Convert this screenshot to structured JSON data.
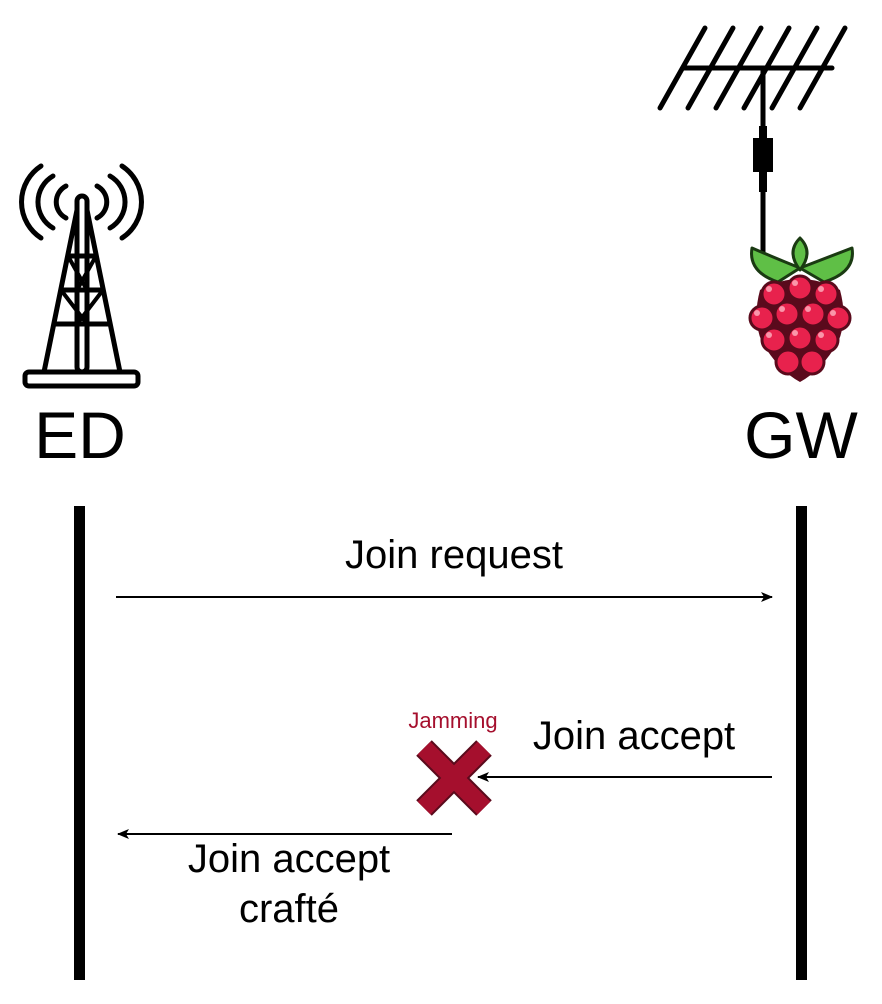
{
  "nodes": {
    "end_device": {
      "label": "ED",
      "icon": "radio-tower-icon"
    },
    "gateway": {
      "label": "GW",
      "icon": "raspberry-pi-antenna-icon"
    }
  },
  "messages": {
    "join_request": {
      "label": "Join request",
      "direction": "ED-to-GW"
    },
    "join_accept": {
      "label": "Join accept",
      "direction": "GW-to-ED",
      "status": "blocked"
    },
    "crafted_accept": {
      "line1": "Join accept",
      "line2": "crafté",
      "direction": "GW-to-ED"
    }
  },
  "attack": {
    "label": "Jamming",
    "icon": "cross-icon"
  },
  "colors": {
    "line": "#000000",
    "attack": "#a50f2d",
    "berry": "#e8224d",
    "berry_dark": "#5a0a1c",
    "leaf": "#5fbf46"
  }
}
